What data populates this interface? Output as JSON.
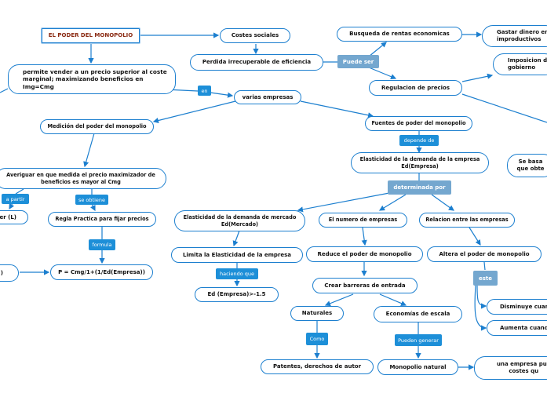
{
  "colors": {
    "line": "#1c7fcf",
    "label_dark": "#1d8fd8",
    "label_light": "#74a7cf",
    "root_text": "#8a2a12"
  },
  "nodes": {
    "root": "EL PODER DEL MONOPOLIO",
    "costes_sociales": "Costes sociales",
    "perdida": "Perdida irrecuperable de eficiencia",
    "busqueda": "Busqueda de rentas economicas",
    "gastar_line1": "Gastar dinero en",
    "gastar_line2": "improductivos",
    "imposicion_line1": "Imposicion d",
    "imposicion_line2": "gobierno",
    "regulacion": "Regulacion de precios",
    "permite_line1": "permite vender a un precio superior al coste",
    "permite_line2": "marginal; maximizando beneficios en",
    "permite_line3": "Img=Cmg",
    "varias": "varias empresas",
    "medicion": "Medición del poder del monopolio",
    "fuentes": "Fuentes de poder del monopolio",
    "se_basa_line1": "Se basa",
    "se_basa_line2": "que obte",
    "elast_empresa_line1": "Elasticidad de la demanda de la empresa",
    "elast_empresa_line2": "Ed(Empresa)",
    "averiguar_line1": "Averiguar en que medida el precio maximizador de",
    "averiguar_line2": "beneficios es mayor al Cmg",
    "lerner": "her (L)",
    "regla": "Regla Practica para fijar precios",
    "elast_mercado_line1": "Elasticidad de la demanda de mercado",
    "elast_mercado_line2": "Ed(Mercado)",
    "numero": "El numero de empresas",
    "relacion": "Relacion entre las empresas",
    "limita": "Limita la Elasticidad de la empresa",
    "reduce": "Reduce el poder de monopolio",
    "altera": "Altera el poder de monopolio",
    "left_partial": ")",
    "formula": "P = Cmg/1+(1/Ed(Empresa))",
    "ed_valor": "Ed (Empresa)>-1.5",
    "crear": "Crear barreras de entrada",
    "disminuye": "Disminuye cuan",
    "aumenta": "Aumenta cuand",
    "naturales": "Naturales",
    "economias": "Economías de escala",
    "patentes": "Patentes, derechos de autor",
    "monopolio_natural": "Monopolio natural",
    "una_empresa_line1": "una empresa pue",
    "una_empresa_line2": "costes qu"
  },
  "labels": {
    "puede_ser": "Puede ser",
    "en": "en",
    "depende_de": "depende de",
    "determinada_por": "determinada por",
    "a_partir": "a partir",
    "se_obtiene": "se obtiene",
    "formula": "formula",
    "haciendo_que": "haciendo que",
    "este": "este",
    "como": "Como",
    "pueden_generar": "Pueden generar"
  }
}
